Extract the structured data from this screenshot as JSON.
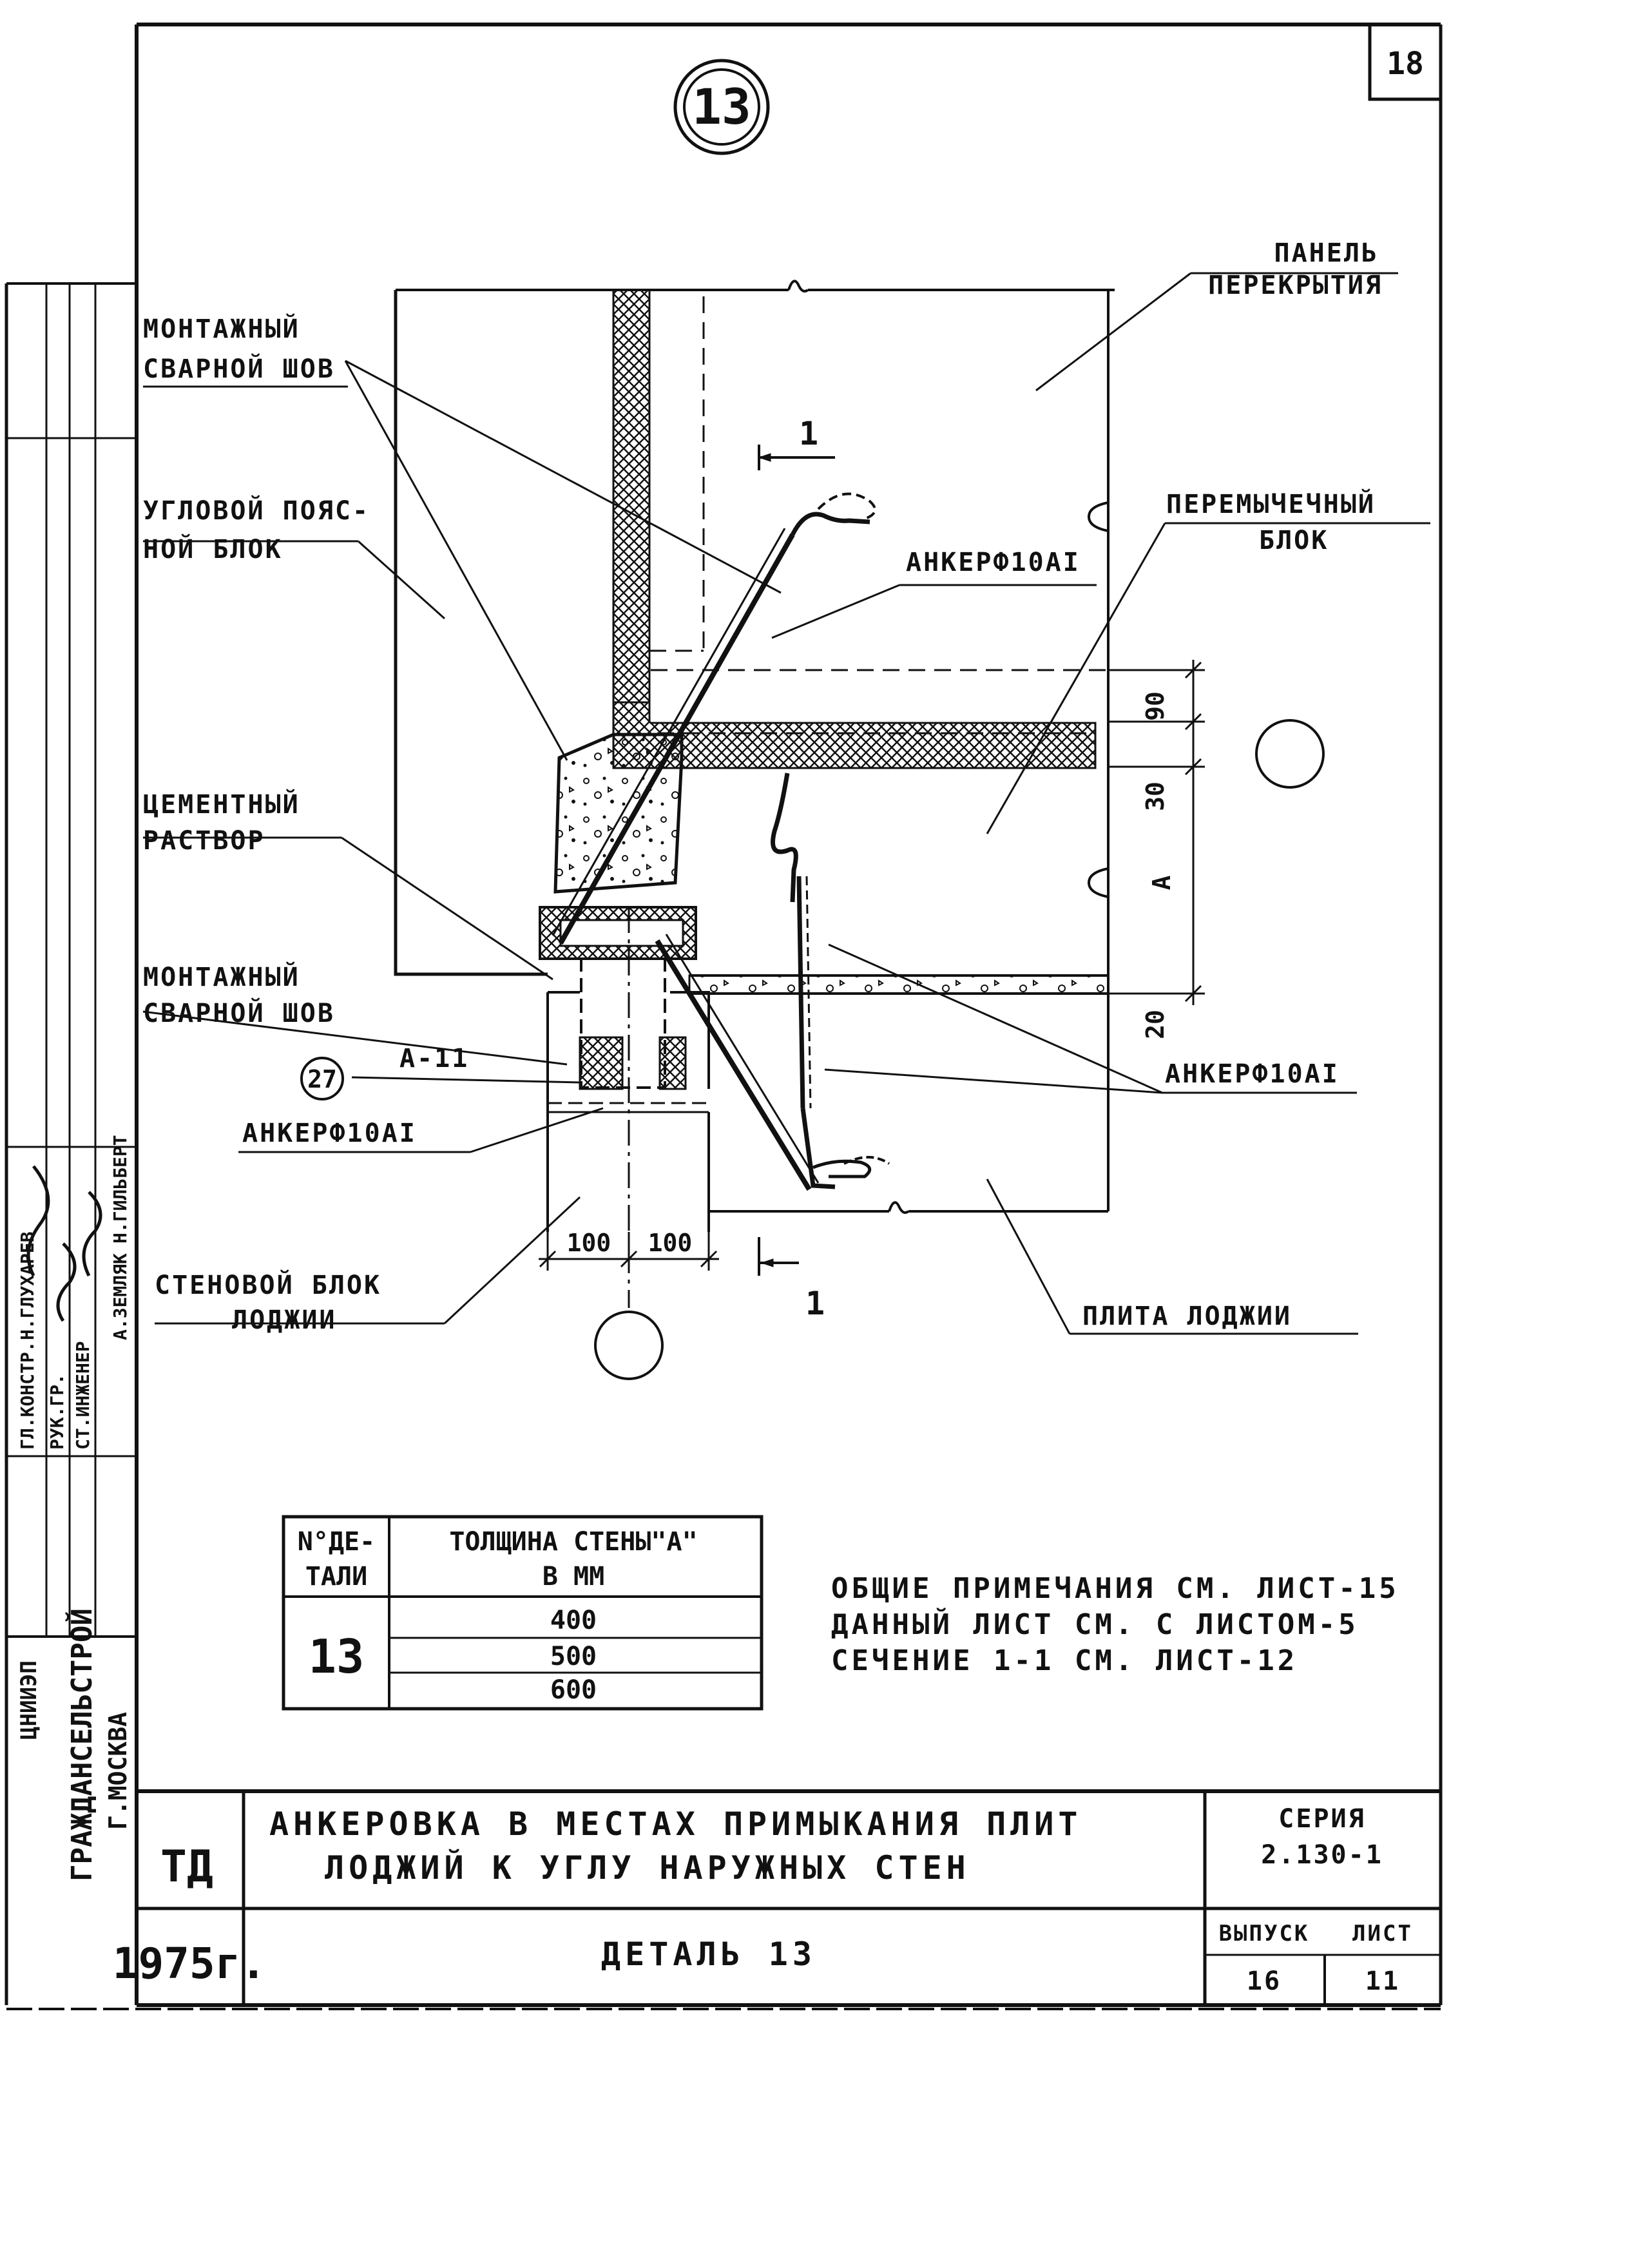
{
  "sheet_number": "18",
  "detail_marker": "13",
  "labels": {
    "montazhny_svarnoy_shov_1": [
      "МОНТАЖНЫЙ",
      "СВАРНОЙ ШОВ"
    ],
    "uglovoy_poyasnoy_blok": [
      "УГЛОВОЙ ПОЯС-",
      "НОЙ БЛОК"
    ],
    "tsementny_rastvor": [
      "ЦЕМЕНТНЫЙ",
      "РАСТВОР"
    ],
    "montazhny_svarnoy_shov_2": [
      "МОНТАЖНЫЙ",
      "СВАРНОЙ ШОВ"
    ],
    "stenovoy_blok_lodzhii": [
      "СТЕНОВОЙ БЛОК",
      "ЛОДЖИИ"
    ],
    "panel_perekrytiya": [
      "ПАНЕЛЬ",
      "ПЕРЕКРЫТИЯ"
    ],
    "peremychechny_blok": [
      "ПЕРЕМЫЧЕЧНЫЙ",
      "БЛОК"
    ],
    "plita_lodzhii": "ПЛИТА ЛОДЖИИ",
    "anker_top": "АНКЕРФ10АI",
    "anker_right": "АНКЕРФ10АI",
    "anker_left": "АНКЕРФ10АI",
    "a11": "А-11",
    "callout_27": "27",
    "section_mark": "1"
  },
  "dimensions": {
    "d90": "90",
    "d30": "30",
    "dA": "А",
    "d20": "20",
    "d100_left": "100",
    "d100_right": "100"
  },
  "table": {
    "header_col1": [
      "N°ДЕ-",
      "ТАЛИ"
    ],
    "header_col2": [
      "ТОЛЩИНА СТЕНЫ\"А\"",
      "В ММ"
    ],
    "detail_no": "13",
    "thicknesses": [
      "400",
      "500",
      "600"
    ]
  },
  "notes": [
    "ОБЩИЕ ПРИМЕЧАНИЯ СМ. ЛИСТ-15",
    "ДАННЫЙ ЛИСТ СМ. С ЛИСТОМ-5",
    "СЕЧЕНИЕ 1-1 СМ. ЛИСТ-12"
  ],
  "title_block": {
    "td": "ТД",
    "year": "1975г.",
    "title_line1": "АНКЕРОВКА В МЕСТАХ ПРИМЫКАНИЯ ПЛИТ",
    "title_line2": "ЛОДЖИЙ К УГЛУ НАРУЖНЫХ СТЕН",
    "detail_title": "ДЕТАЛЬ 13",
    "series_label": "СЕРИЯ",
    "series_value": "2.130-1",
    "issue_label": "ВЫПУСК",
    "issue_value": "16",
    "sheet_label": "ЛИСТ",
    "sheet_value": "11"
  },
  "side_stamp": {
    "org": "ГРАЖДАНСЕЛЬСТРОЙ",
    "city": "Г.МОСКВА",
    "institute": "ЦНИИЭП",
    "rows": [
      {
        "role": "ГЛ.КОНСТР.",
        "name": "Н.ГЛУХАРЕВ"
      },
      {
        "role": "РУК.ГР.",
        "name": "А.ЗЕМЛЯК"
      },
      {
        "role": "СТ.ИНЖЕНЕР",
        "name": "Н.ГИЛЬБЕРТ"
      }
    ]
  },
  "colors": {
    "ink": "#111111",
    "paper": "#ffffff"
  }
}
